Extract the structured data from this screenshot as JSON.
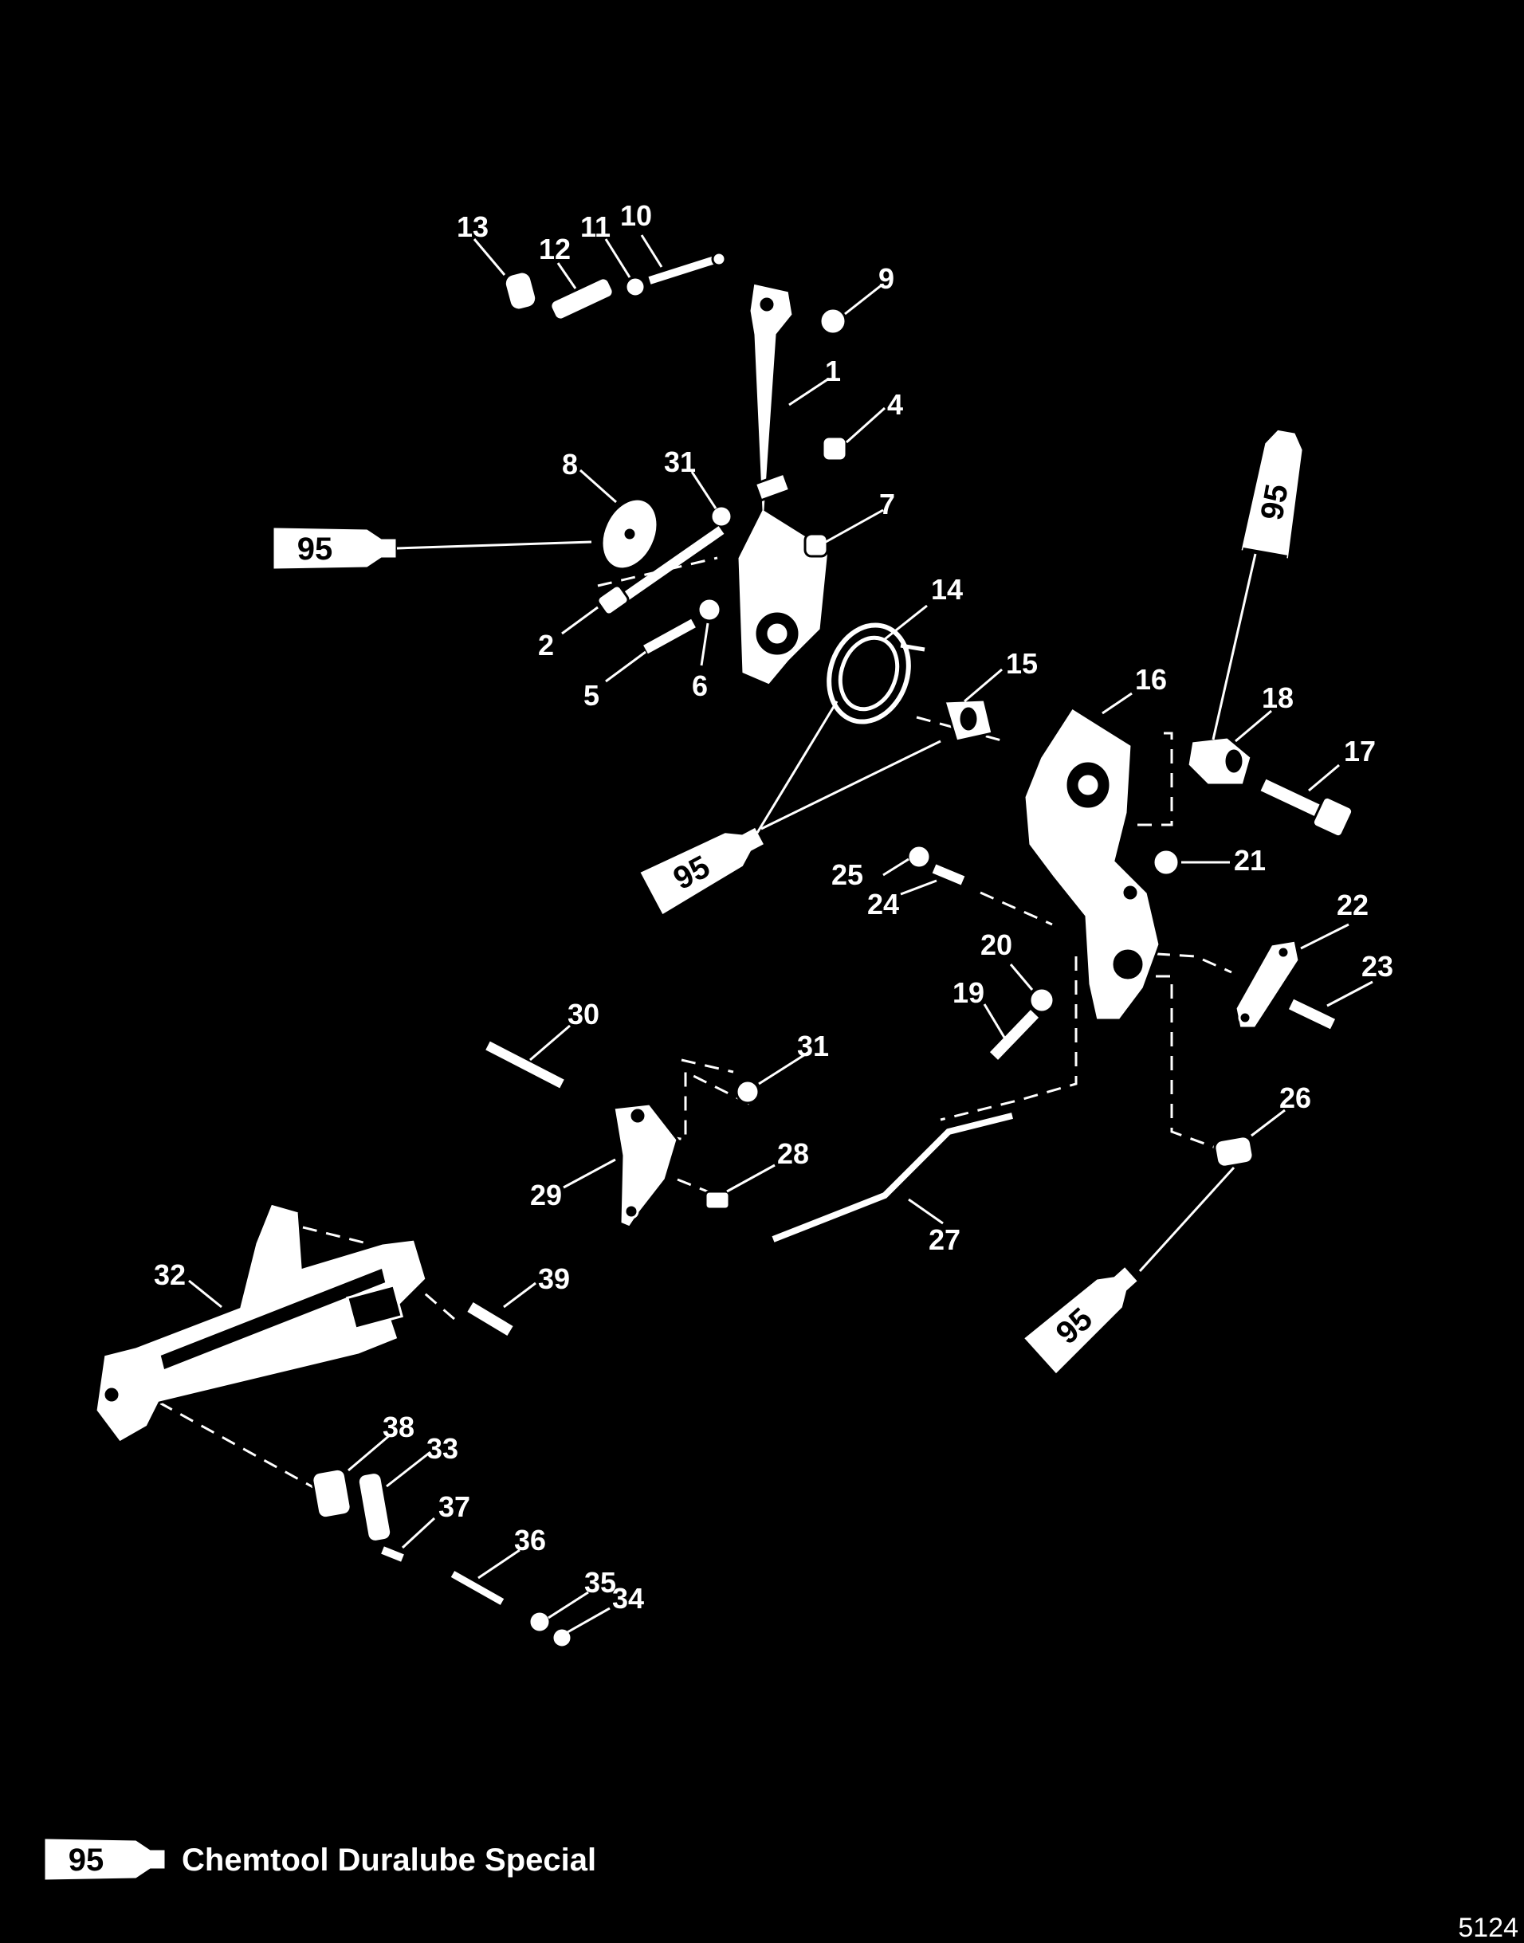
{
  "callouts": [
    {
      "label": "1"
    },
    {
      "label": "2"
    },
    {
      "label": "4"
    },
    {
      "label": "5"
    },
    {
      "label": "6"
    },
    {
      "label": "7"
    },
    {
      "label": "8"
    },
    {
      "label": "9"
    },
    {
      "label": "10"
    },
    {
      "label": "11"
    },
    {
      "label": "12"
    },
    {
      "label": "13"
    },
    {
      "label": "14"
    },
    {
      "label": "15"
    },
    {
      "label": "16"
    },
    {
      "label": "17"
    },
    {
      "label": "18"
    },
    {
      "label": "19"
    },
    {
      "label": "20"
    },
    {
      "label": "21"
    },
    {
      "label": "22"
    },
    {
      "label": "23"
    },
    {
      "label": "24"
    },
    {
      "label": "25"
    },
    {
      "label": "26"
    },
    {
      "label": "27"
    },
    {
      "label": "28"
    },
    {
      "label": "29"
    },
    {
      "label": "30"
    },
    {
      "label": "31"
    },
    {
      "label": "31"
    },
    {
      "label": "32"
    },
    {
      "label": "33"
    },
    {
      "label": "34"
    },
    {
      "label": "35"
    },
    {
      "label": "36"
    },
    {
      "label": "37"
    },
    {
      "label": "38"
    },
    {
      "label": "39"
    }
  ],
  "lubricant_tubes": [
    {
      "code": "95"
    },
    {
      "code": "95"
    },
    {
      "code": "95"
    },
    {
      "code": "95"
    }
  ],
  "legend": {
    "tube_code": "95",
    "text": "Chemtool Duralube Special"
  },
  "figure_number": "5124",
  "colors": {
    "background": "#000000",
    "linework": "#ffffff"
  }
}
